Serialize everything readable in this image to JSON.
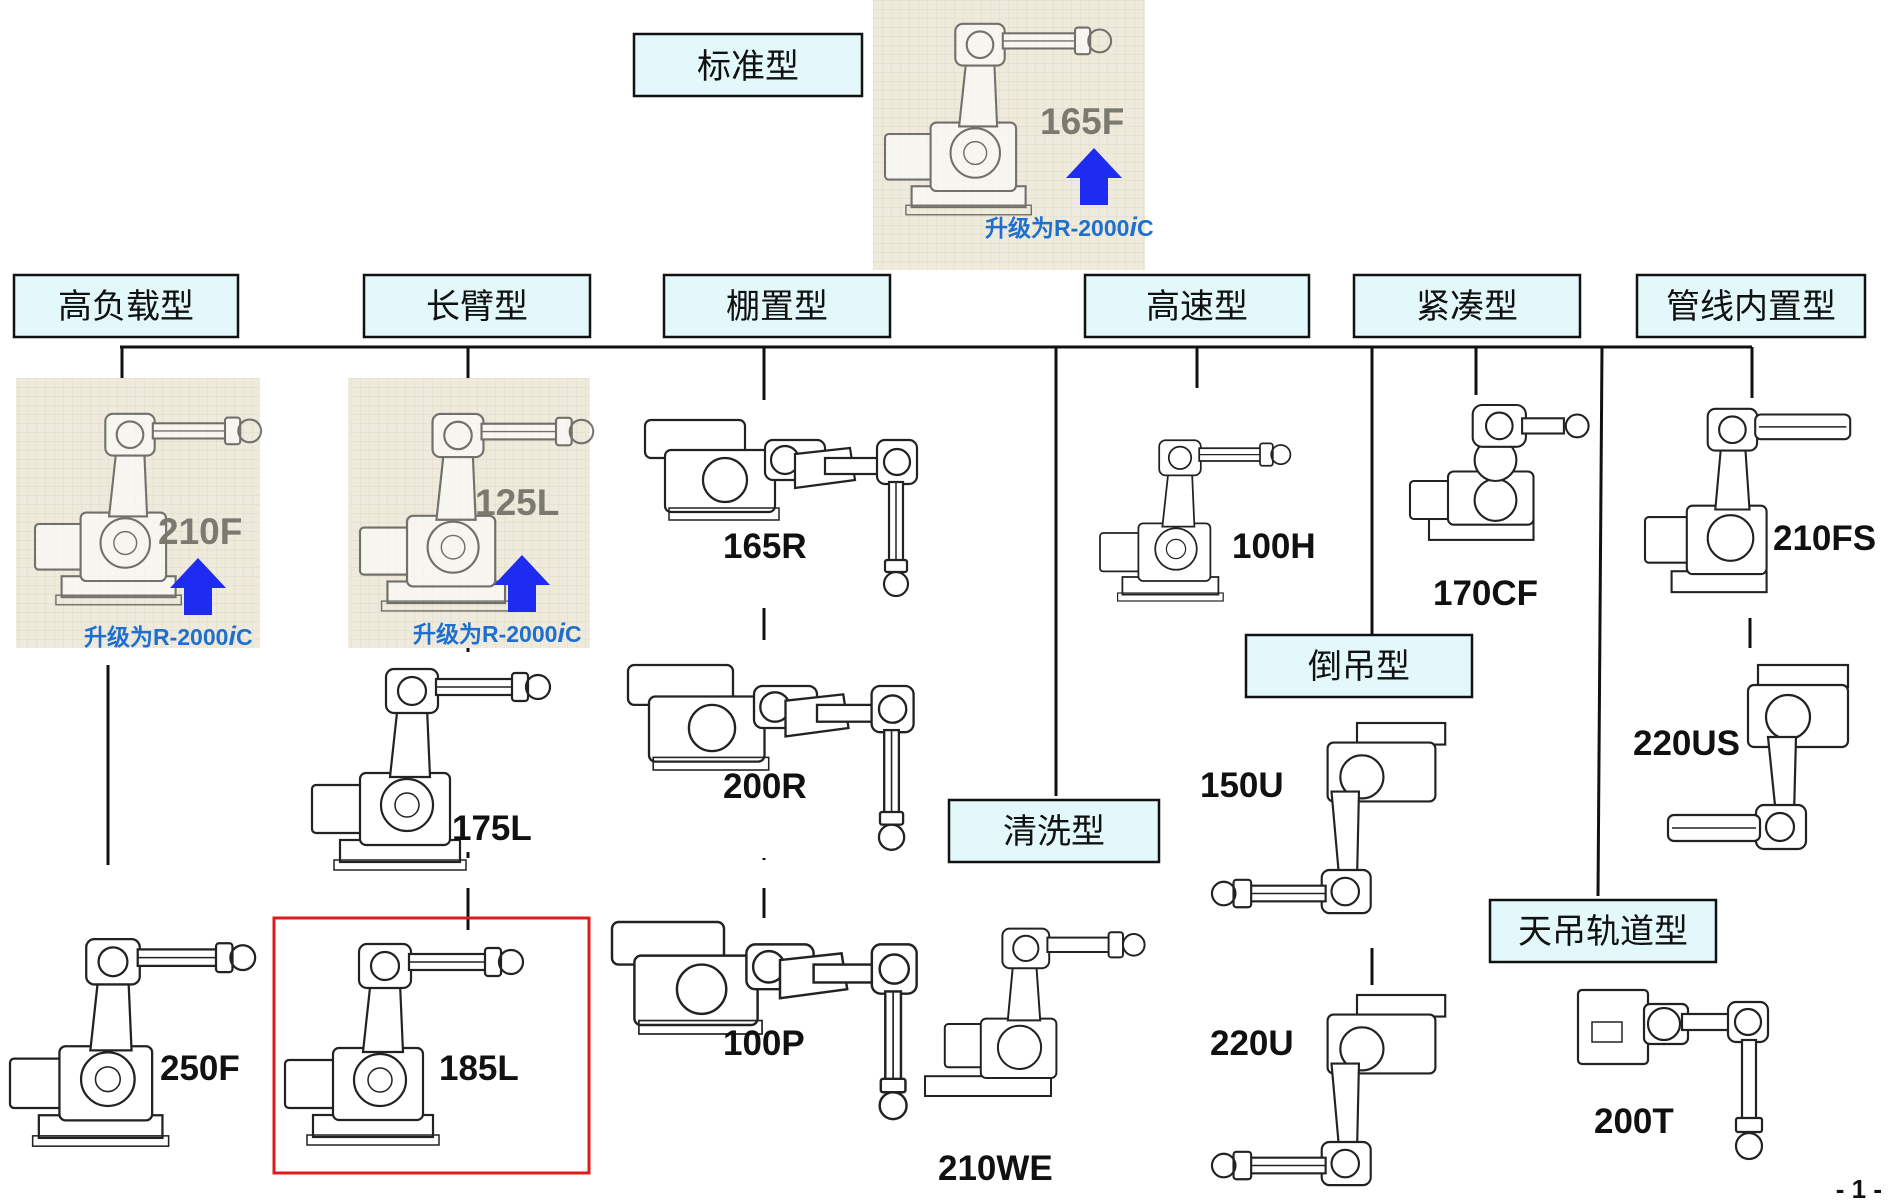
{
  "categories": {
    "standard": "标准型",
    "high_payload": "高负载型",
    "long_arm": "长臂型",
    "shelf": "棚置型",
    "high_speed": "高速型",
    "compact": "紧凑型",
    "dress_pack": "管线内置型",
    "inverted": "倒吊型",
    "washing": "清洗型",
    "overhead_rail": "天吊轨道型"
  },
  "models": {
    "m165F": "165F",
    "m210F": "210F",
    "m125L": "125L",
    "m165R": "165R",
    "m200R": "200R",
    "m100P": "100P",
    "m100H": "100H",
    "m170CF": "170CF",
    "m210FS": "210FS",
    "m220US": "220US",
    "m175L": "175L",
    "m185L": "185L",
    "m250F": "250F",
    "m150U": "150U",
    "m220U": "220U",
    "m210WE": "210WE",
    "m200T": "200T"
  },
  "upgrade": {
    "prefix": "升级为R-2000",
    "italic": "i",
    "suffix": "C"
  },
  "page_number": "- 1 -"
}
